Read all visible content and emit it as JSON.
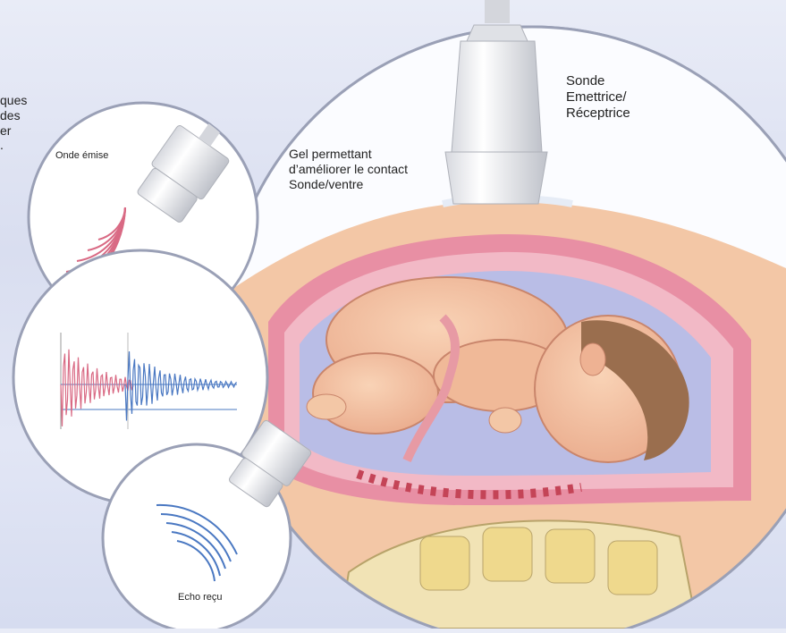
{
  "labels": {
    "cut_left_text": "ques\ndes\ner\n.",
    "wave_emitted": "Onde émise",
    "echo_received": "Echo reçu",
    "gel": "Gel permettant\nd’améliorer le contact\nSonde/ventre",
    "probe": "Sonde\nEmettrice/\nRéceptrice"
  },
  "colors": {
    "emitted_wave": "#d96a84",
    "echo_wave": "#4a78c2",
    "skin": "#f3c7a6",
    "uterus_wall": "#e88fa4",
    "amniotic_fluid": "#b9bde6",
    "hair": "#9a6e4e",
    "circle_fill": "#ffffff",
    "circle_border": "#9aa0b6"
  }
}
